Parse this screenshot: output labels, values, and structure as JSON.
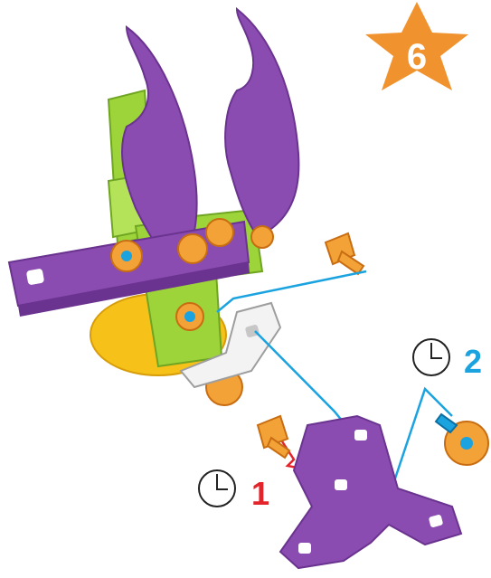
{
  "step": {
    "number": "6",
    "badge_color": "#f0922e"
  },
  "callouts": [
    {
      "label": "1",
      "color": "#e3242b",
      "icon": "clock-icon"
    },
    {
      "label": "2",
      "color": "#1ba3e0",
      "icon": "clock-icon"
    }
  ],
  "colors": {
    "purple": "#8a4cb0",
    "purple_dark": "#6b3390",
    "green": "#9dd43a",
    "green_dark": "#6fa522",
    "yellow": "#f6c21a",
    "orange": "#f3a237",
    "orange_dark": "#c86d12",
    "blue_line": "#1ba3e0",
    "red_line": "#e3242b",
    "white_part": "#f3f3f3"
  }
}
